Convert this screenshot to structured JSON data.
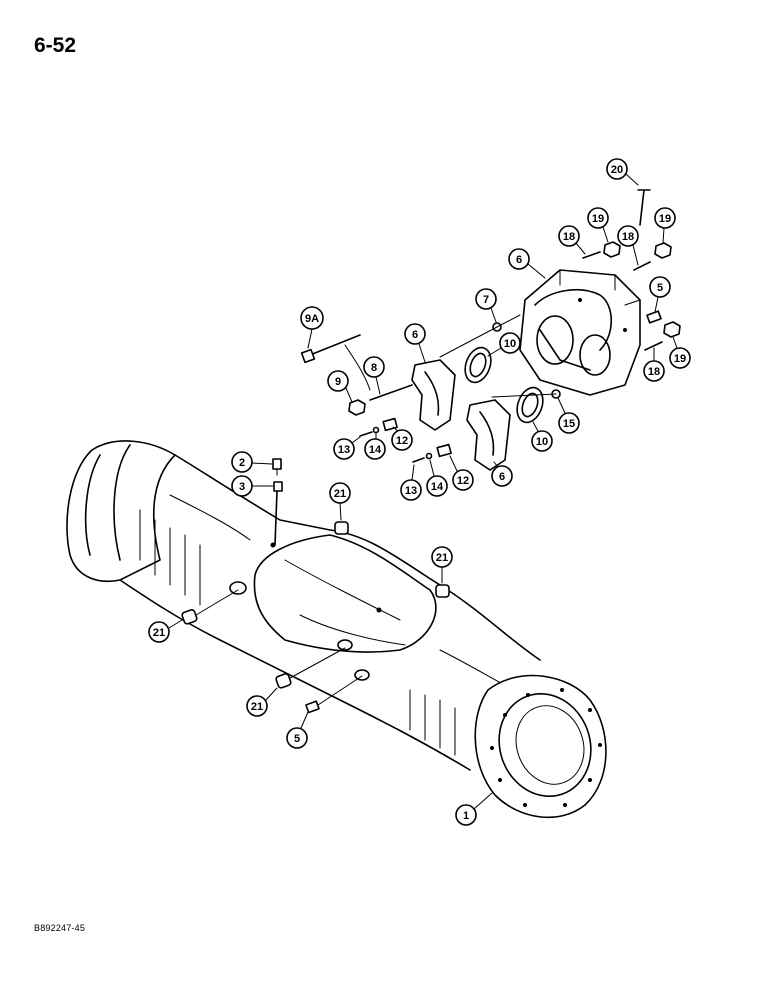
{
  "page_number": "6-52",
  "drawing_id": "B892247-45",
  "callouts": [
    "20",
    "19",
    "18",
    "18",
    "19",
    "6",
    "5",
    "9A",
    "7",
    "6",
    "10",
    "8",
    "9",
    "19",
    "18",
    "15",
    "13",
    "14",
    "12",
    "10",
    "2",
    "3",
    "13",
    "14",
    "12",
    "6",
    "21",
    "21",
    "21",
    "21",
    "5",
    "1"
  ]
}
